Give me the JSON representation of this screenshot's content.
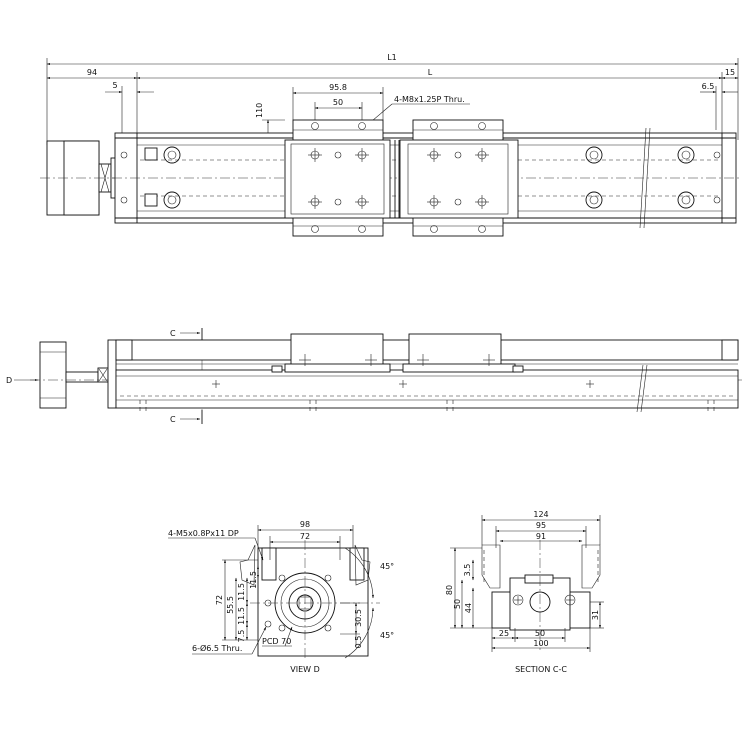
{
  "top_view": {
    "dims": {
      "L1": "L1",
      "d94": "94",
      "L": "L",
      "d15": "15",
      "d5": "5",
      "d95_8": "95.8",
      "d50": "50",
      "d6_5": "6.5",
      "d110": "110"
    },
    "callout_holes": "4-M8x1.25P Thru."
  },
  "side_view": {
    "section_mark": "C",
    "view_mark": "D"
  },
  "view_d": {
    "caption": "VIEW D",
    "callout_tap": "4-M5x0.8Px11 DP",
    "callout_holes": "6-Ø6.5 Thru.",
    "pcd": "PCD 70",
    "dims": {
      "d98": "98",
      "d72": "72",
      "v72": "72",
      "v55_5": "55.5",
      "v11_5a": "11.5",
      "v11_5b": "11.5",
      "v7_5": "7.5",
      "v30_5": "30.5",
      "v0_5": "0.5",
      "ang_top": "45°",
      "ang_bot": "45°"
    }
  },
  "section_cc": {
    "caption": "SECTION C-C",
    "dims": {
      "d124": "124",
      "d95": "95",
      "d91": "91",
      "d80": "80",
      "d3_5": "3.5",
      "d50": "50",
      "d44": "44",
      "d31": "31",
      "d25": "25",
      "d50b": "50",
      "d100": "100"
    }
  }
}
